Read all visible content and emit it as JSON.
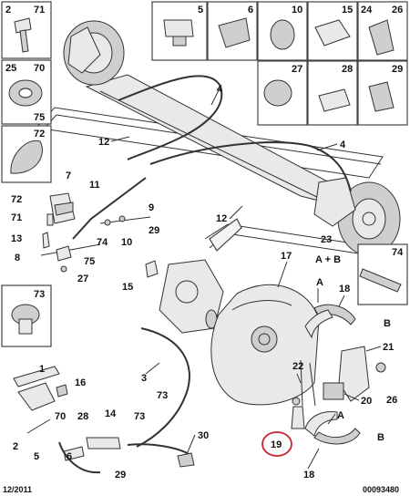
{
  "inset_labels": {
    "b2": "2",
    "b71": "71",
    "b5": "5",
    "b6": "6",
    "b10": "10",
    "b15": "15",
    "b24": "24",
    "b26": "26",
    "b25": "25",
    "b70": "70",
    "b75": "75",
    "b72": "72",
    "b27": "27",
    "b28": "28",
    "b29": "29",
    "b23": "23",
    "ab": "A + B",
    "b74": "74",
    "b73": "73"
  },
  "callouts": {
    "c4a": "4",
    "c12a": "12",
    "c4b": "4",
    "c12b": "12",
    "c7": "7",
    "c11": "11",
    "c9": "9",
    "c72": "72",
    "c71": "71",
    "c29a": "29",
    "c10": "10",
    "c13": "13",
    "c74": "74",
    "c8": "8",
    "c75": "75",
    "c27": "27",
    "c15": "15",
    "c17": "17",
    "cA1": "A",
    "c18a": "18",
    "cB1": "B",
    "c21": "21",
    "c1": "1",
    "c16": "16",
    "c3": "3",
    "c73": "73",
    "c22": "22",
    "c20": "20",
    "c26": "26",
    "c2": "2",
    "c70": "70",
    "c28": "28",
    "c14": "14",
    "c73b": "73",
    "c5": "5",
    "c6": "6",
    "c30": "30",
    "c29b": "29",
    "c19": "19",
    "cA2": "A",
    "cB2": "B",
    "c18b": "18"
  },
  "footer": {
    "date": "12/2011",
    "ref": "00093480"
  },
  "highlight_color": "#cc1f2d"
}
